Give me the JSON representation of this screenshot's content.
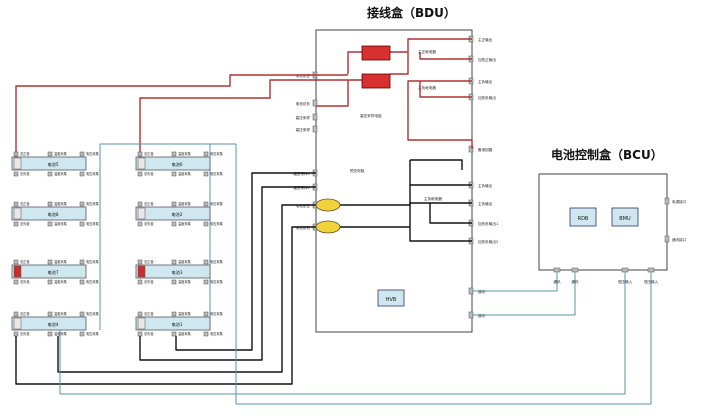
{
  "bdu": {
    "title": "接线盒（BDU）",
    "right_ports": [
      "主正输出",
      "加热正输出",
      "主负输出",
      "加热负输出",
      "备用回路",
      "主负输出",
      "主负输出",
      "加热负输出1",
      "加热负输出2",
      "通讯",
      "通讯"
    ],
    "left_ports": [
      "电池总正",
      "电池总负",
      "高压采样",
      "高压采样",
      "高压采样1",
      "高压采样2",
      "电池总正",
      "电池总负"
    ],
    "internal_labels": [
      "高压采样电阻",
      "主正继电器",
      "主负继电器",
      "预充电阻",
      "主负继电器"
    ],
    "hvb_label": "HVB"
  },
  "bcu": {
    "title": "电池控制盒（BCU）",
    "modules": [
      "RDB",
      "BMU"
    ],
    "right_ports": [
      "电源接口",
      "通讯接口"
    ],
    "bottom_ports": [
      "通讯",
      "通讯",
      "低压输入",
      "低压输入"
    ]
  },
  "packs": [
    {
      "name": "电池1",
      "alert": false
    },
    {
      "name": "电池2",
      "alert": false
    },
    {
      "name": "电池3",
      "alert": true
    },
    {
      "name": "电池4",
      "alert": false
    },
    {
      "name": "电池5",
      "alert": false
    },
    {
      "name": "电池6",
      "alert": false
    },
    {
      "name": "电池7",
      "alert": true
    },
    {
      "name": "电池8",
      "alert": false
    }
  ],
  "pack_port_labels": {
    "top_left": "总正极",
    "top_mid": "温度采集",
    "top_right": "电压采集",
    "bottom_left": "总负极",
    "bottom_mid": "温度采集",
    "bottom_right": "电压采集"
  },
  "colors": {
    "power": "#b03030",
    "hv": "#111111",
    "comm": "#5b93a8",
    "module_fill": "#cfe8ef",
    "fuse_fill": "#d83030",
    "resistor_fill": "#f2d23a"
  }
}
